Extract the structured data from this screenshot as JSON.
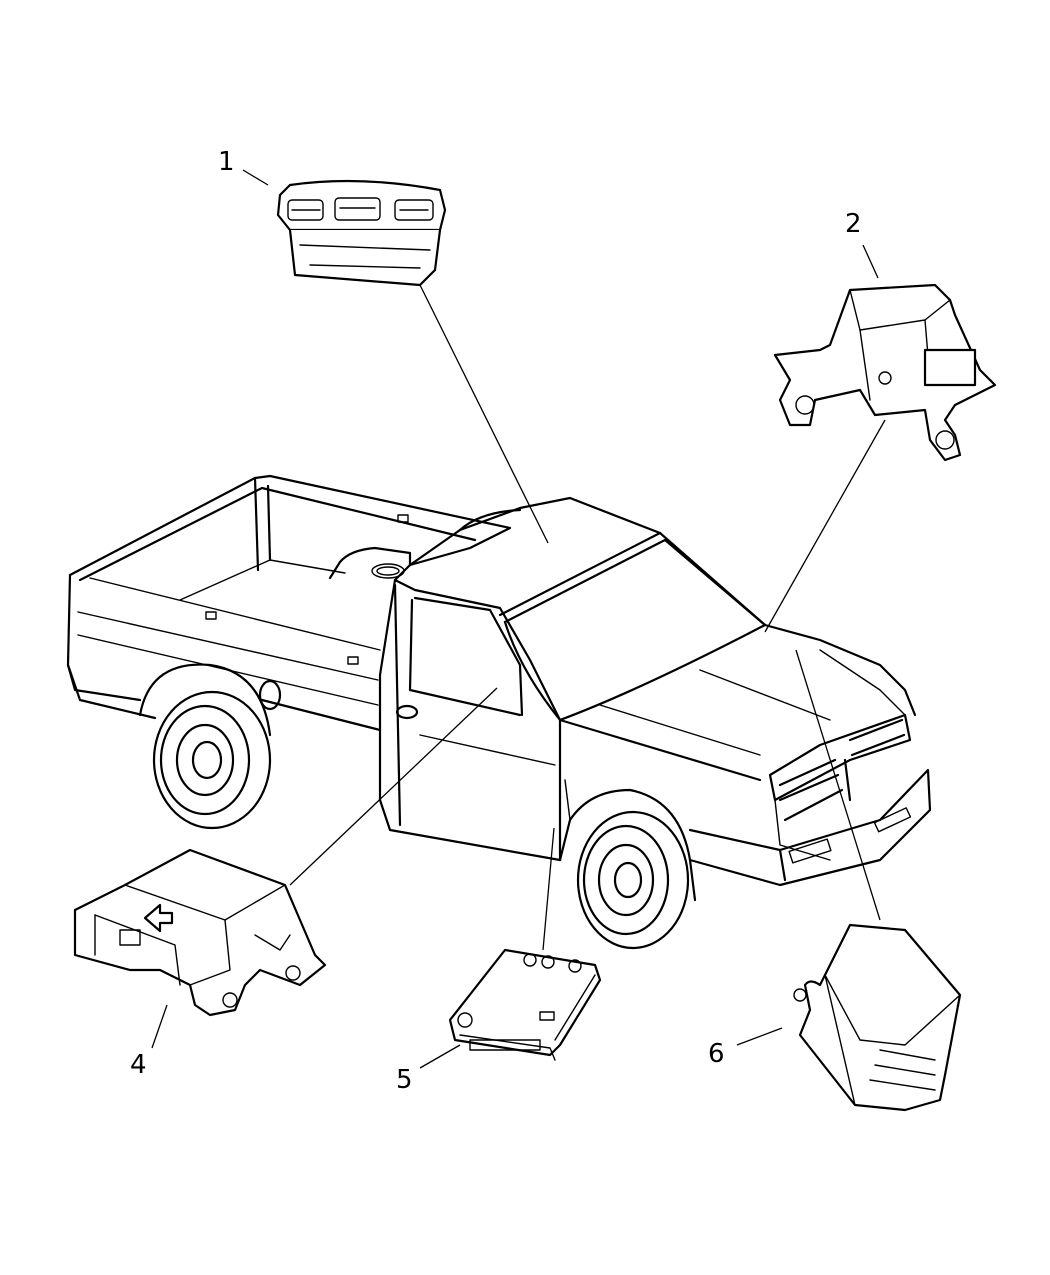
{
  "callouts": [
    {
      "id": "1",
      "label": "1"
    },
    {
      "id": "2",
      "label": "2"
    },
    {
      "id": "4",
      "label": "4"
    },
    {
      "id": "5",
      "label": "5"
    },
    {
      "id": "6",
      "label": "6"
    }
  ]
}
